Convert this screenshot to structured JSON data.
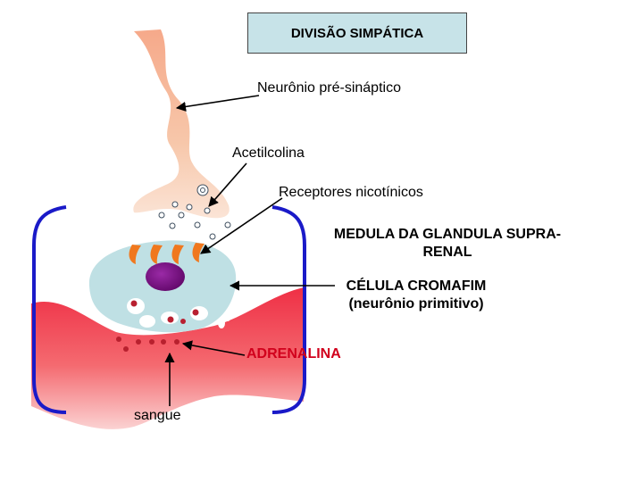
{
  "title": "DIVISÃO SIMPÁTICA",
  "labels": {
    "preganglionic": "Neurônio pré-sináptico",
    "acetylcholine": "Acetilcolina",
    "receptors": "Receptores nicotínicos",
    "medulla_line1": "MEDULA DA GLANDULA SUPRA-",
    "medulla_line2": "RENAL",
    "chromaffin_line1": "CÉLULA CROMAFIM",
    "chromaffin_line2": "(neurônio primitivo)",
    "adrenaline": "ADRENALINA",
    "blood": "sangue"
  },
  "colors": {
    "neuron": "#f5b28e",
    "cell": "#bfe0e4",
    "nucleus": "#7a0a83",
    "receptor": "#f0781e",
    "bracket": "#1a1ac8",
    "blood": "#f04a55",
    "granule": "#b82030",
    "adrenaline_text": "#d1001c"
  }
}
